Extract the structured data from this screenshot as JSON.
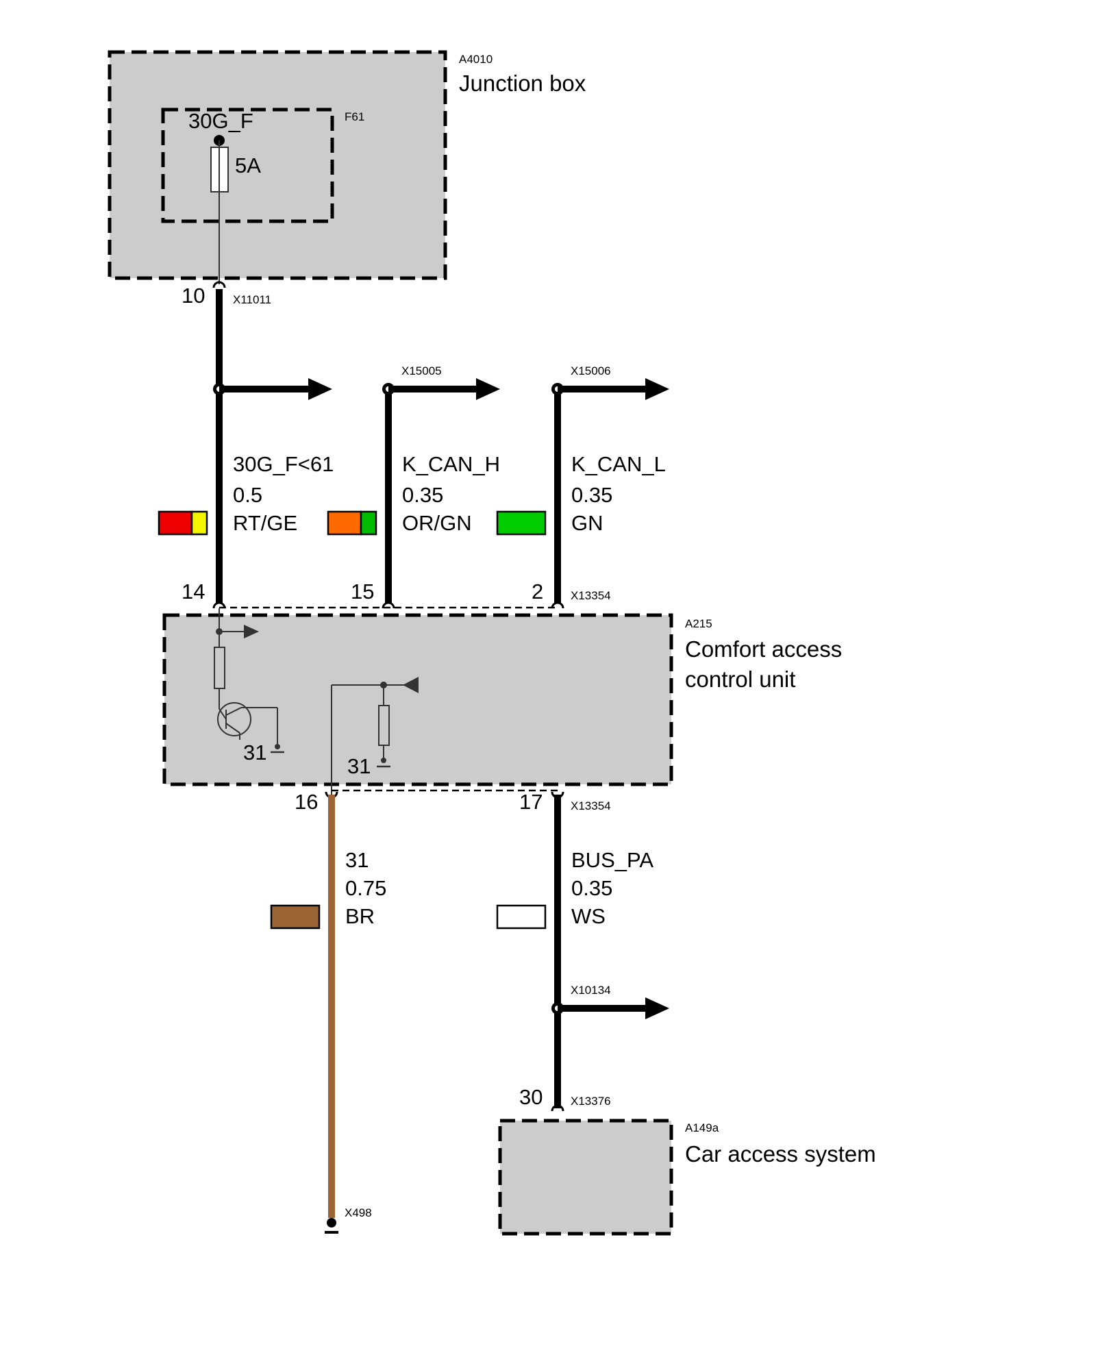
{
  "components": {
    "junction_box": {
      "id": "A4010",
      "name": "Junction box"
    },
    "fuse": {
      "id": "F61",
      "terminal": "30G_F",
      "rating": "5A"
    },
    "comfort_access": {
      "id": "A215",
      "name_line1": "Comfort access",
      "name_line2": "control unit"
    },
    "car_access": {
      "id": "A149a",
      "name": "Car access system"
    }
  },
  "connectors": {
    "x11011": "X11011",
    "x15005": "X15005",
    "x15006": "X15006",
    "x13354_top": "X13354",
    "x13354_bottom": "X13354",
    "x10134": "X10134",
    "x13376": "X13376",
    "x498": "X498"
  },
  "pins": {
    "junction_out": "10",
    "ca_pin_14": "14",
    "ca_pin_15": "15",
    "ca_pin_2": "2",
    "ca_pin_16": "16",
    "ca_pin_17": "17",
    "car_access_pin": "30",
    "ground_left": "31",
    "ground_right": "31"
  },
  "wires": {
    "w_30g": {
      "signal": "30G_F<61",
      "size": "0.5",
      "color": "RT/GE",
      "swatch": [
        "#ee0000",
        "#f5f500"
      ]
    },
    "w_kcanh": {
      "signal": "K_CAN_H",
      "size": "0.35",
      "color": "OR/GN",
      "swatch": [
        "#ff6a00",
        "#00bb00"
      ]
    },
    "w_kcanl": {
      "signal": "K_CAN_L",
      "size": "0.35",
      "color": "GN",
      "swatch": [
        "#00cc00"
      ]
    },
    "w_31": {
      "signal": "31",
      "size": "0.75",
      "color": "BR",
      "swatch": [
        "#9a6434"
      ]
    },
    "w_buspa": {
      "signal": "BUS_PA",
      "size": "0.35",
      "color": "WS",
      "swatch": [
        "#ffffff"
      ]
    }
  },
  "colors": {
    "box_fill": "#cccccc",
    "wire_black": "#000000",
    "wire_brown": "#9a6434"
  }
}
